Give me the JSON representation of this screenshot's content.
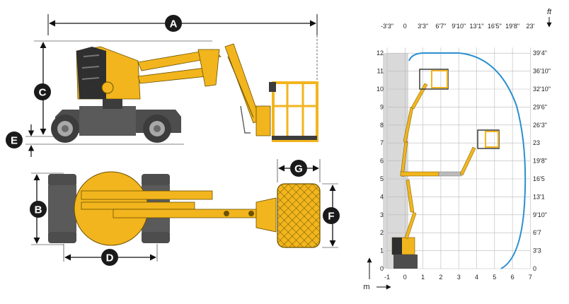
{
  "dimension_labels": [
    "A",
    "B",
    "C",
    "D",
    "E",
    "F",
    "G"
  ],
  "chart": {
    "x_unit_metric": "m",
    "y_unit_imperial": "ft",
    "x_ticks_m": [
      "-1",
      "0",
      "1",
      "2",
      "3",
      "4",
      "5",
      "6",
      "7"
    ],
    "x_ticks_ft": [
      "-3'3\"",
      "0",
      "3'3\"",
      "6'7\"",
      "9'10\"",
      "13'1\"",
      "16'5\"",
      "19'8\"",
      "23'"
    ],
    "y_ticks_m": [
      "0",
      "1",
      "2",
      "3",
      "4",
      "5",
      "6",
      "7",
      "8",
      "9",
      "10",
      "11",
      "12"
    ],
    "y_ticks_ft": [
      "0",
      "3'3",
      "6'7",
      "9'10\"",
      "13'1",
      "16'5",
      "19'8\"",
      "23",
      "26'3\"",
      "29'6\"",
      "32'10\"",
      "36'10\"",
      "39'4\""
    ]
  },
  "colors": {
    "machine_yellow": "#f2b51d",
    "machine_dark": "#4d4d4d",
    "envelope_line": "#2a8fd0",
    "dim_circle": "#1a1a1a",
    "grid": "#b9b9b9",
    "shade": "#d9d9d9"
  }
}
